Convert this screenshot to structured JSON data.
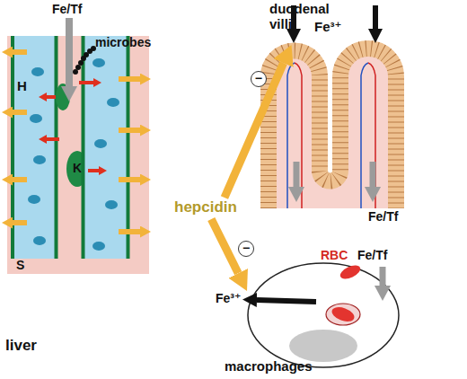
{
  "diagram": {
    "nodes": [
      {
        "text": [
          "liver"
        ]
      },
      {
        "text": [
          "H"
        ],
        "in": 0
      },
      {
        "text": [
          "K"
        ],
        "in": 0
      },
      {
        "text": [
          "S"
        ],
        "in": 0
      },
      {
        "text": [
          "hepcidin"
        ]
      },
      {
        "text": [
          "duodenal villi",
          "Fe³⁺",
          "Fe/Tf"
        ]
      },
      {
        "text": [
          "RBC",
          "Fe/Tf",
          "macrophages"
        ]
      }
    ],
    "edges": [
      {
        "from": 4,
        "to": 5,
        "arrow": "to",
        "label": "−"
      },
      {
        "from": 4,
        "to": 6,
        "arrow": "to",
        "label": "−"
      }
    ],
    "labels": [
      "Fe/Tf",
      "microbes",
      "Fe³⁺"
    ]
  }
}
